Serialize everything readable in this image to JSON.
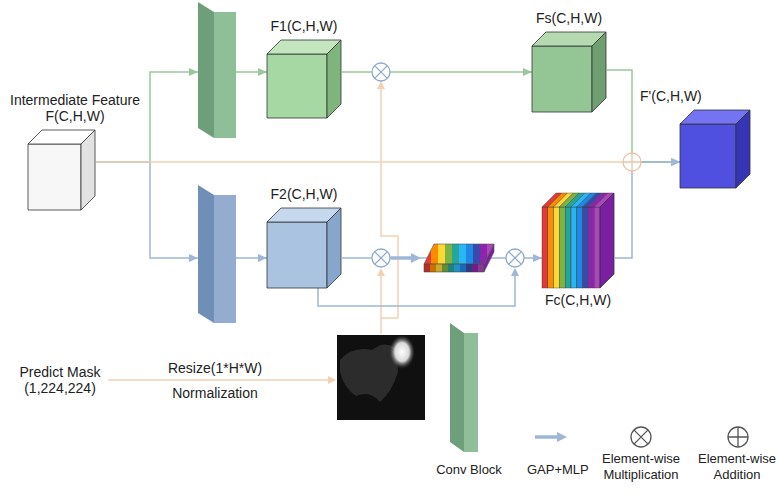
{
  "diagram": {
    "nodes": [
      {
        "text": [
          "Intermediate Feature F(C,H,W)"
        ]
      },
      {
        "text": [
          "F1(C,H,W)"
        ]
      },
      {
        "text": [
          "Fs(C,H,W)"
        ]
      },
      {
        "text": [
          "F'(C,H,W)"
        ]
      },
      {
        "text": [
          "F2(C,H,W)"
        ]
      },
      {
        "text": [
          "Fc(C,H,W)"
        ]
      }
    ],
    "edges": [
      {
        "from": 0,
        "to": 1,
        "arrow": "to"
      },
      {
        "from": 0,
        "to": 4,
        "arrow": "to"
      },
      {
        "from": 0,
        "to": 3,
        "arrow": "to"
      },
      {
        "from": 1,
        "to": 2,
        "arrow": "to"
      },
      {
        "from": 2,
        "to": 3,
        "arrow": "to"
      },
      {
        "from": 4,
        "to": 5,
        "arrow": "to"
      },
      {
        "from": 5,
        "to": 3,
        "arrow": "to"
      }
    ],
    "labels": [
      "Predict Mask (1,224,224)",
      "Resize(1*H*W)",
      "Normalization"
    ],
    "legend": [
      {
        "text": "Conv Block"
      },
      {
        "text": "GAP+MLP"
      },
      {
        "text": "Element-wise Multiplication"
      },
      {
        "text": "Element-wise Addition"
      }
    ]
  }
}
